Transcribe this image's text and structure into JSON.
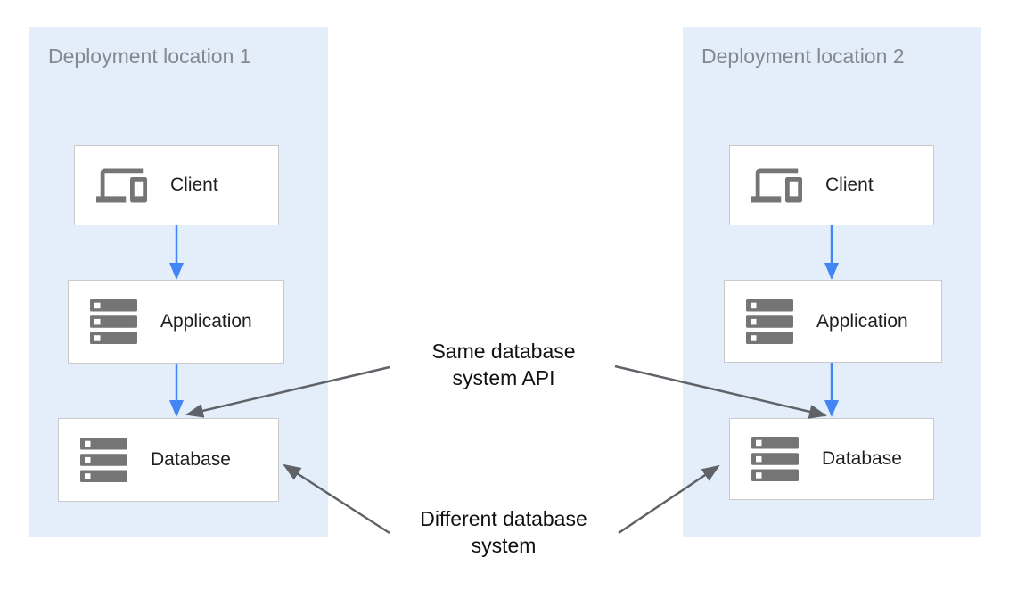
{
  "colors": {
    "panel_background": "#e3eefa",
    "node_background": "#ffffff",
    "node_border": "#c9c9c9",
    "blue_arrow": "#4285f4",
    "gray_arrow": "#5f6368",
    "icon_gray": "#757575",
    "panel_title_text": "#83898f",
    "node_label_text": "#1f1f1f",
    "annotation_text": "#111111"
  },
  "panels": [
    {
      "title": "Deployment location 1",
      "nodes": [
        {
          "label": "Client",
          "icon": "devices-icon"
        },
        {
          "label": "Application",
          "icon": "storage-icon"
        },
        {
          "label": "Database",
          "icon": "storage-icon"
        }
      ]
    },
    {
      "title": "Deployment location 2",
      "nodes": [
        {
          "label": "Client",
          "icon": "devices-icon"
        },
        {
          "label": "Application",
          "icon": "storage-icon"
        },
        {
          "label": "Database",
          "icon": "storage-icon"
        }
      ]
    }
  ],
  "annotations": {
    "same_api": {
      "line1": "Same database",
      "line2": "system API"
    },
    "different_db": {
      "line1": "Different database",
      "line2": "system"
    }
  }
}
